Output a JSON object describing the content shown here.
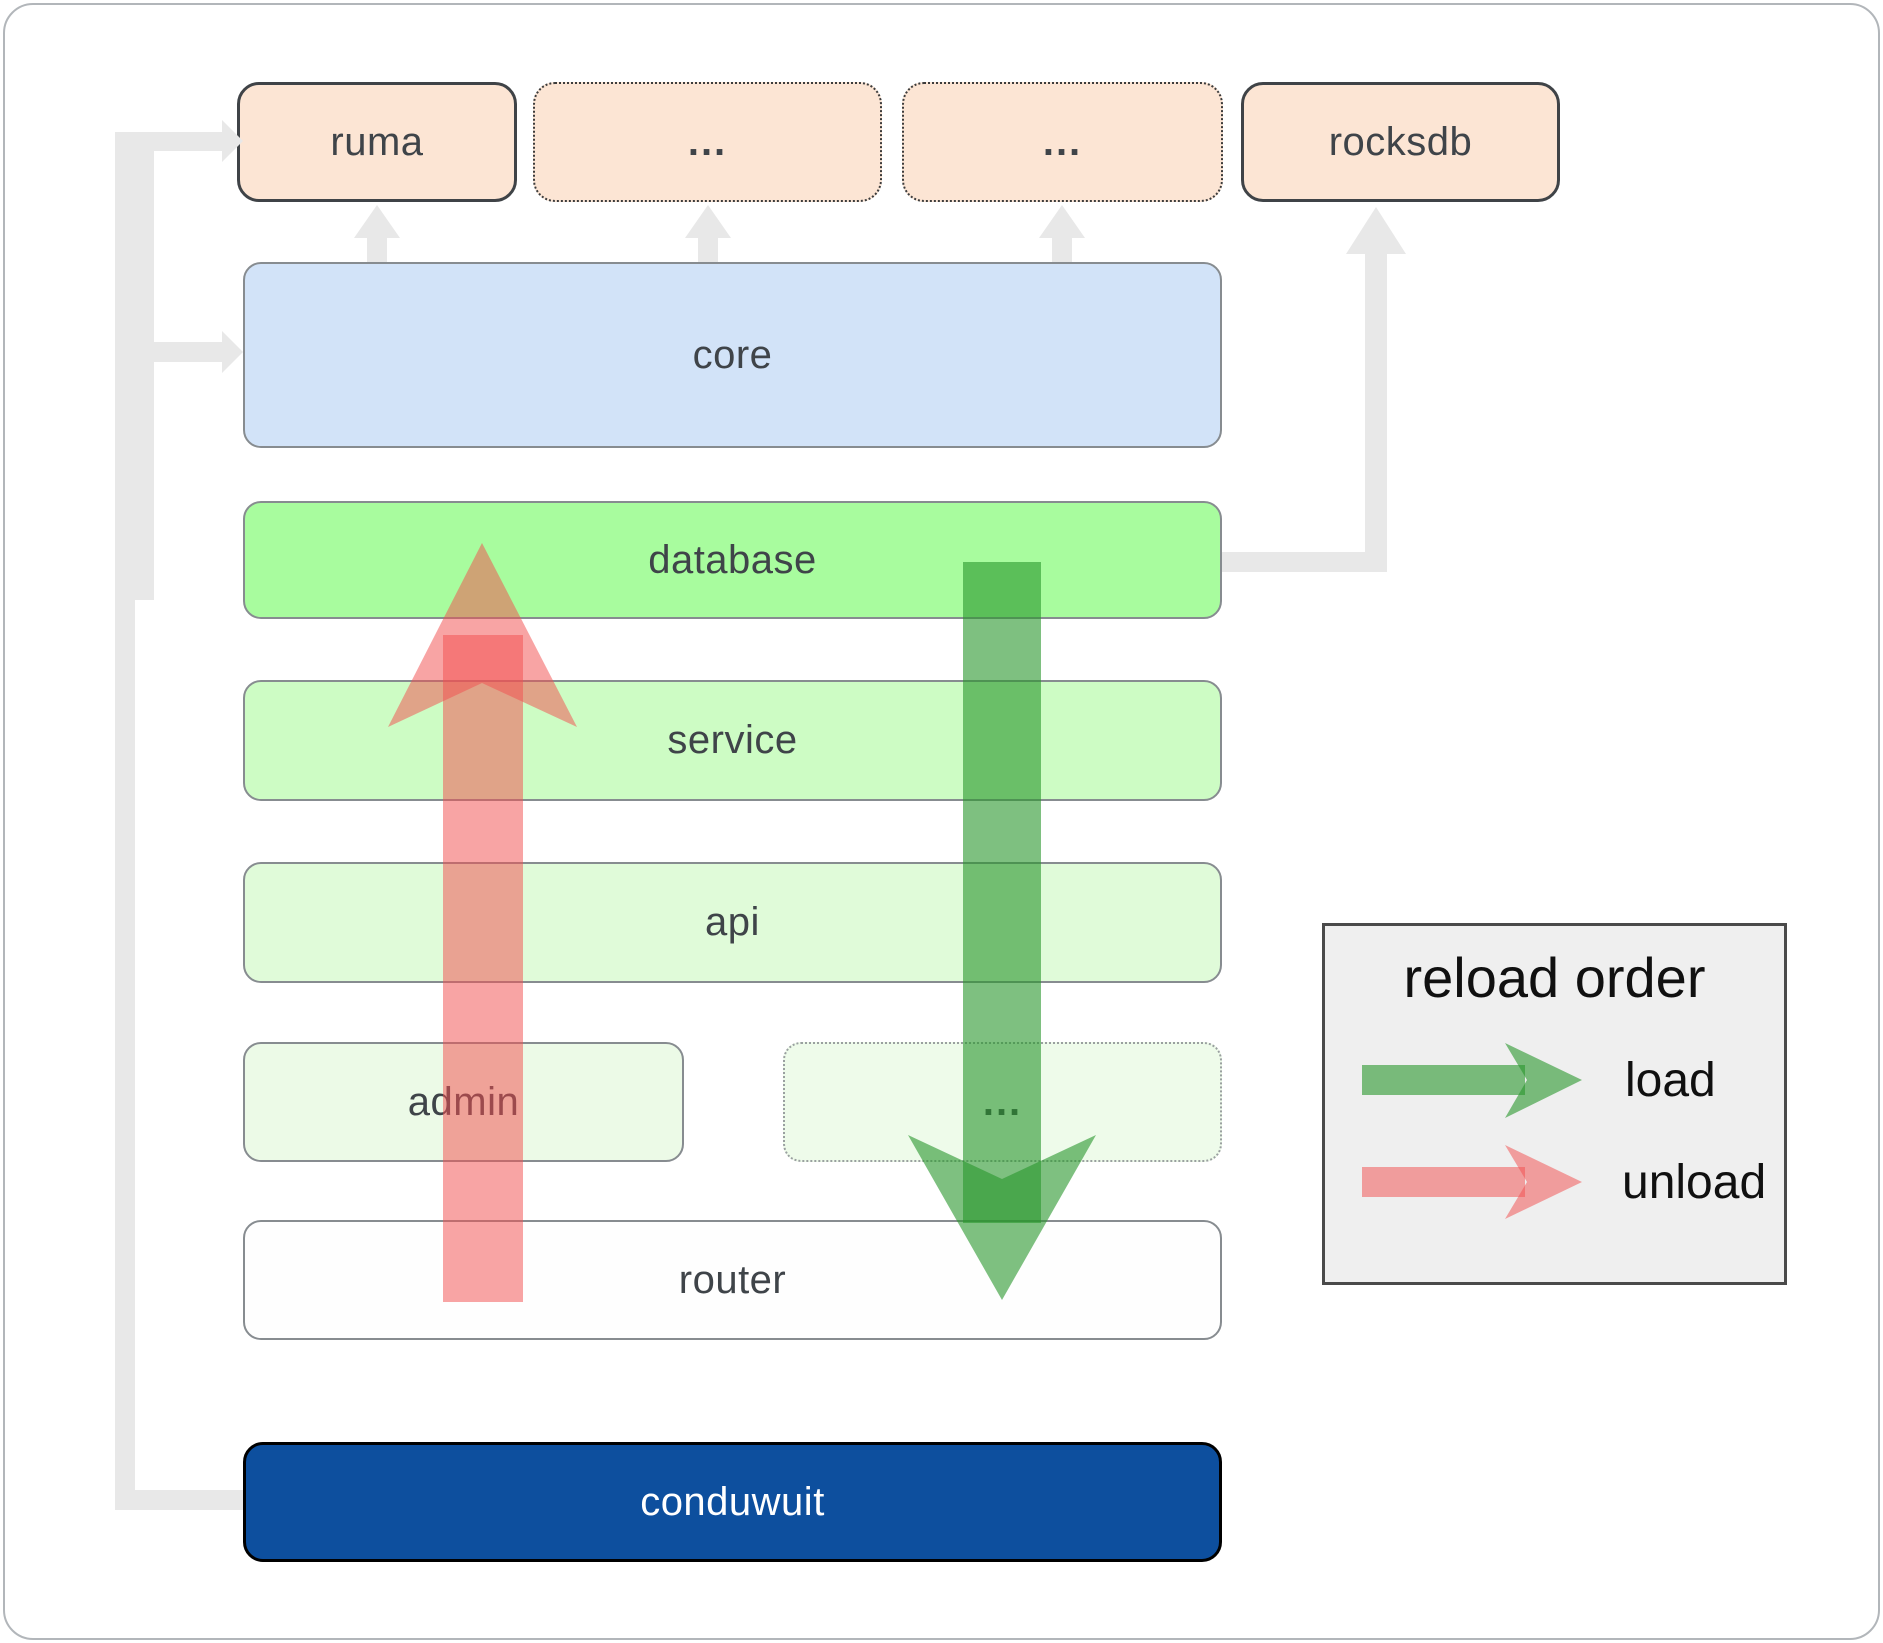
{
  "nodes": {
    "ruma": "ruma",
    "ellipsis1": "...",
    "ellipsis2": "...",
    "rocksdb": "rocksdb",
    "core": "core",
    "database": "database",
    "service": "service",
    "api": "api",
    "admin": "admin",
    "ellipsis3": "...",
    "router": "router",
    "conduwuit": "conduwuit"
  },
  "legend": {
    "title": "reload order",
    "load_label": "load",
    "unload_label": "unload"
  },
  "colors": {
    "load_arrow_green": "#2e9a2c",
    "unload_arrow_red": "#f25050",
    "conduwuit_bg": "#0d4f9e",
    "database_bg": "#a8fc9e",
    "core_bg": "#d2e3f8",
    "module_peach_bg": "#fce5d4",
    "connector_gray": "#e8e8e8",
    "legend_bg": "#efefef"
  }
}
